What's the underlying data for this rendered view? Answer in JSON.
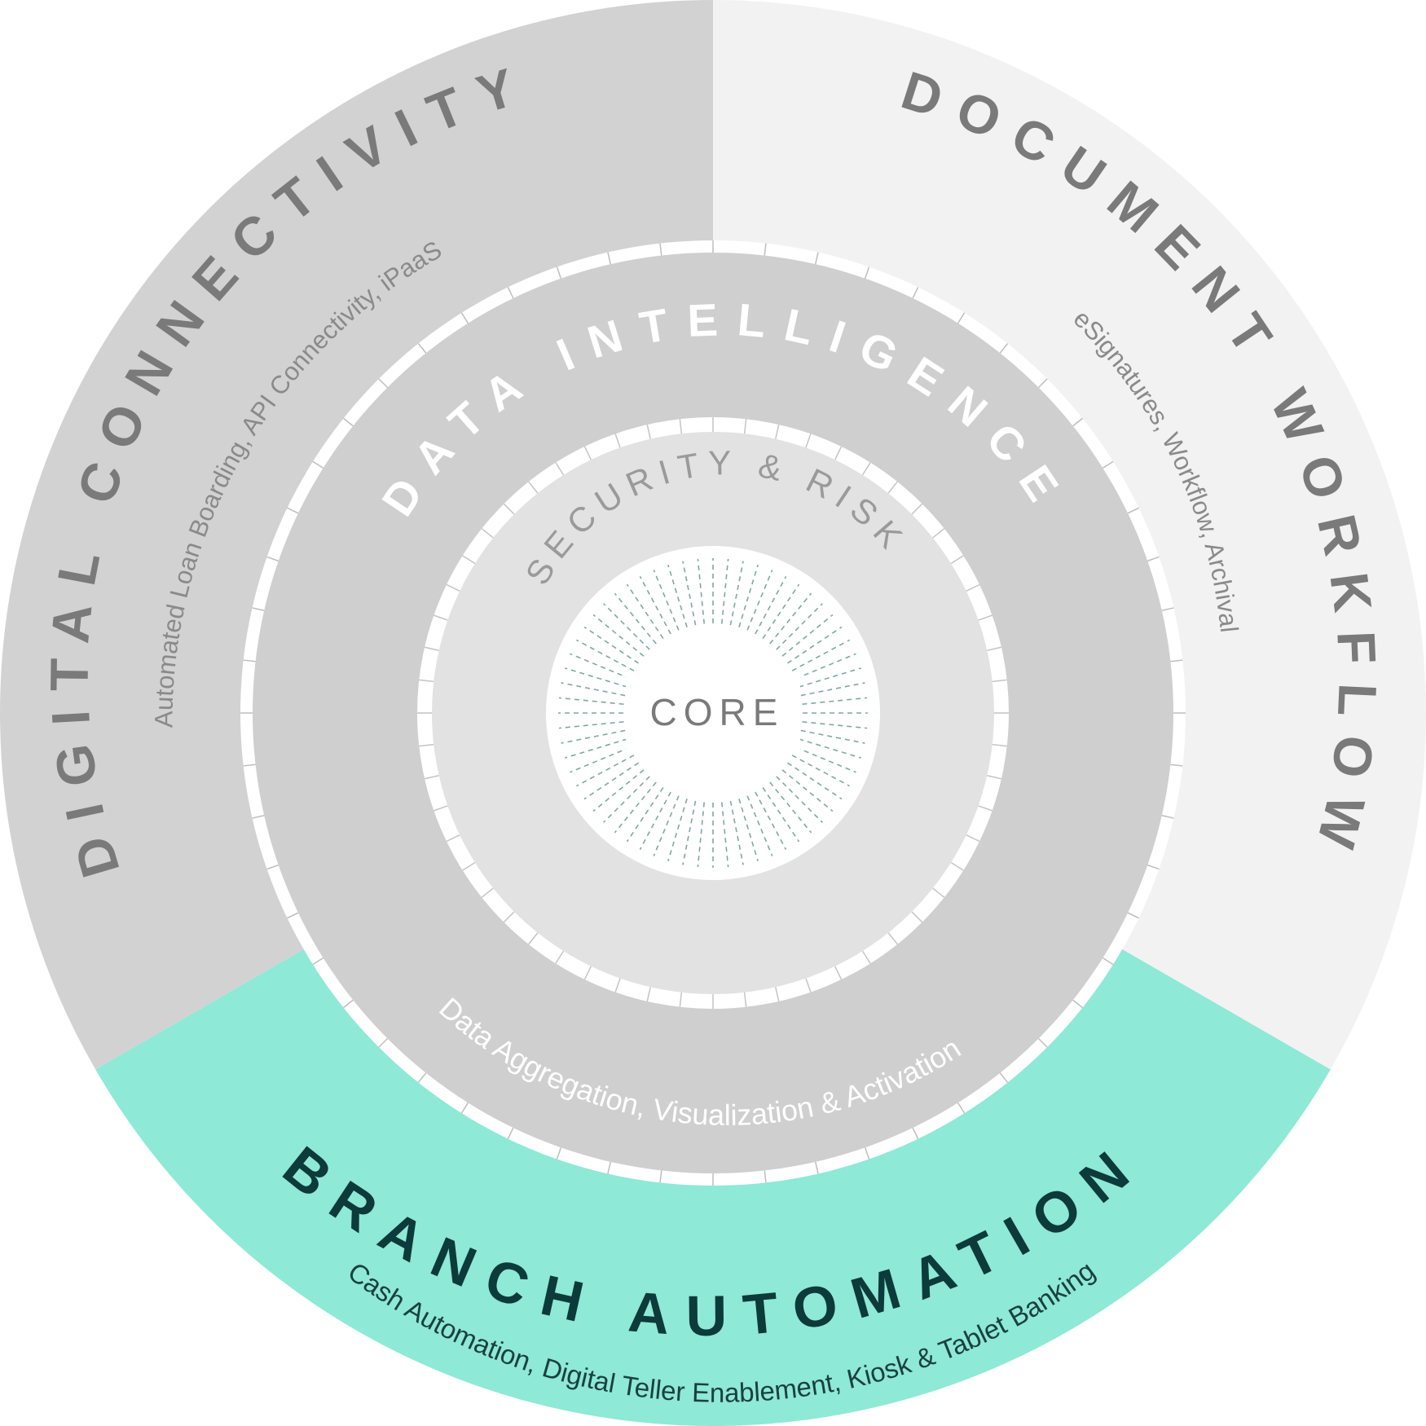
{
  "diagram": {
    "segments": [
      {
        "id": "digital-connectivity",
        "title": "DIGITAL CONNECTIVITY",
        "subtitle": "Automated Loan Boarding, API Connectivity, iPaaS",
        "color": "#d2d2d2"
      },
      {
        "id": "document-workflow",
        "title": "DOCUMENT WORKFLOW",
        "subtitle": "eSignatures, Workflow, Archival",
        "color": "#f2f2f2"
      },
      {
        "id": "branch-automation",
        "title": "BRANCH AUTOMATION",
        "subtitle": "Cash Automation, Digital Teller Enablement, Kiosk & Tablet Banking",
        "color": "#8ee9d6",
        "highlighted": true
      }
    ],
    "rings": {
      "data_intelligence": {
        "title": "DATA INTELLIGENCE",
        "subtitle": "Data Aggregation, Visualization & Activation",
        "color": "#cfcfcf"
      },
      "security_risk": {
        "title": "SECURITY & RISK",
        "color": "#e2e2e2"
      },
      "core": {
        "title": "CORE"
      }
    },
    "colors": {
      "outer_title": "#7a7a7a",
      "outer_subtitle": "#8a8a8a",
      "highlight_title": "#0d3a3a",
      "highlight_subtitle": "#1a4040",
      "inner_text": "#ffffff",
      "security_text": "#9a9a9a",
      "core_text": "#7a7a7a",
      "rays": "#7fa8a0"
    }
  }
}
